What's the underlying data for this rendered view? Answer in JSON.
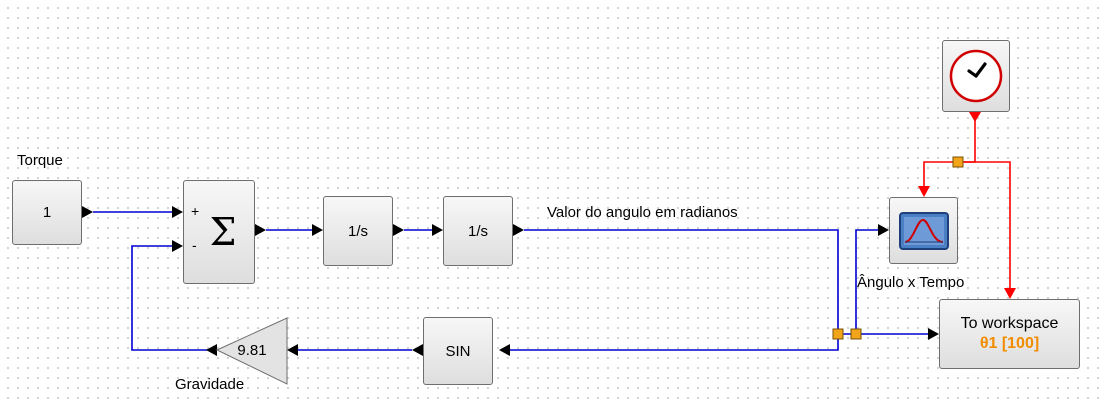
{
  "labels": {
    "torque": "Torque",
    "gravidade": "Gravidade",
    "wire_value": "Valor do angulo em radianos",
    "scope_title": "Ângulo x Tempo"
  },
  "blocks": {
    "const": "1",
    "sum_symbol": "Σ",
    "sum_plus": "+",
    "sum_minus": "-",
    "int1": "1/s",
    "int2": "1/s",
    "gain": "9.81",
    "sin": "SIN",
    "workspace_title": "To workspace",
    "workspace_var": "θ1 [100]"
  },
  "colors": {
    "signal": "#0000d0",
    "event": "#ff0000",
    "split": "#f2a41b",
    "workspace_var": "#f28c00"
  },
  "icons": [
    "clock-icon",
    "scope-icon"
  ]
}
